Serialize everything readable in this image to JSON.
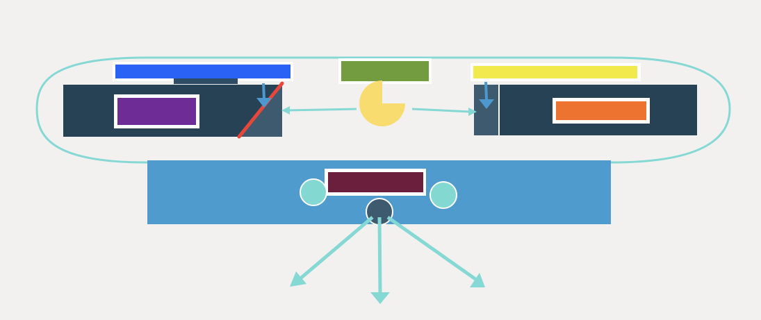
{
  "diagram": {
    "background": "#f2f1ef",
    "outline_color": "#85d8d4",
    "nodes": [
      {
        "id": "blue-bar",
        "color": "#2962f5",
        "text": ""
      },
      {
        "id": "green-block",
        "color": "#739b40",
        "text": ""
      },
      {
        "id": "yellow-bar",
        "color": "#f2e94d",
        "text": ""
      },
      {
        "id": "purple-block",
        "color": "#6e2d96",
        "text": ""
      },
      {
        "id": "orange-block",
        "color": "#ec7430",
        "text": ""
      },
      {
        "id": "maroon-block",
        "color": "#6b1f3d",
        "text": ""
      }
    ],
    "panels": {
      "left_dark_panel": "#274255",
      "right_dark_panel": "#274255",
      "slate_strip": "#3e5a6e",
      "bottom_band": "#4f9bcd"
    },
    "pie_chart": {
      "color": "#f9dc6f",
      "filled_fraction": 0.75
    },
    "accents": {
      "diagonal_line": "#e6473a",
      "down_arrow": "#4d98cf",
      "teal_circle": "#83d8d2",
      "dark_circle": "#3e5a6e"
    },
    "icons": [
      "arrow-down-icon",
      "arrow-left-icon",
      "arrow-right-icon",
      "pie-icon"
    ]
  }
}
